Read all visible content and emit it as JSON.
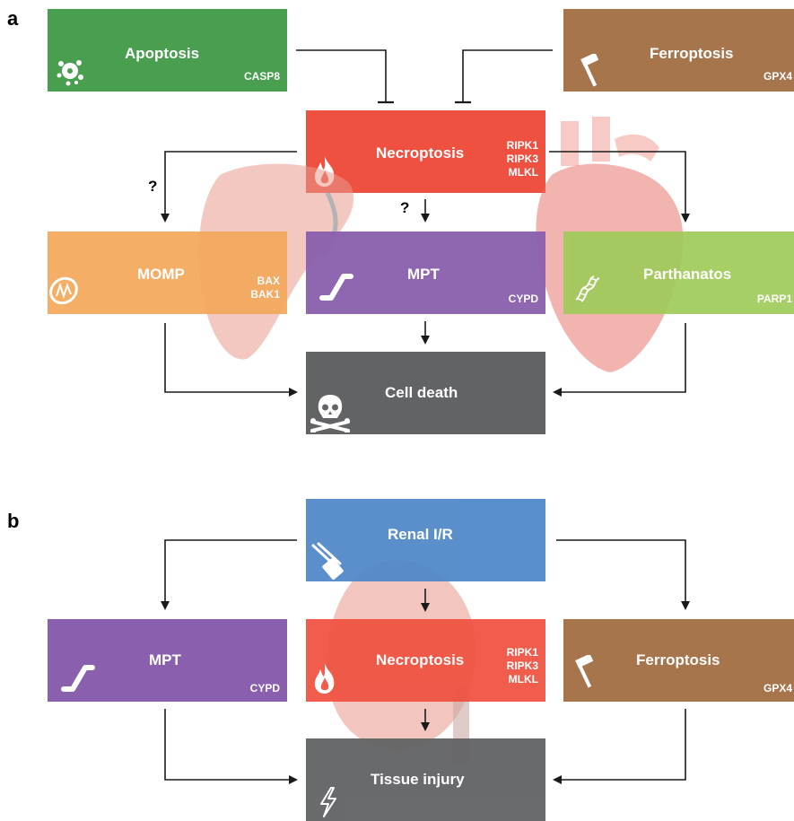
{
  "panel_a": {
    "label": "a",
    "apoptosis": {
      "title": "Apoptosis",
      "gene": "CASP8",
      "color": "#4a9e4f",
      "icon": "apoptotic-cell-icon"
    },
    "ferroptosis": {
      "title": "Ferroptosis",
      "gene": "GPX4",
      "color": "#a6754c",
      "icon": "hammer-icon"
    },
    "necroptosis": {
      "title": "Necroptosis",
      "genes": [
        "RIPK1",
        "RIPK3",
        "MLKL"
      ],
      "color": "#ef5140",
      "icon": "flame-icon"
    },
    "momp": {
      "title": "MOMP",
      "genes": [
        "BAX",
        "BAK1"
      ],
      "color": "#f4a85a",
      "icon": "mitochondrion-icon"
    },
    "mpt": {
      "title": "MPT",
      "gene": "CYPD",
      "color": "#8a5fad",
      "icon": "pore-icon"
    },
    "parthanatos": {
      "title": "Parthanatos",
      "gene": "PARP1",
      "color": "#9fcb5a",
      "icon": "dna-icon"
    },
    "cell_death": {
      "title": "Cell death",
      "color": "#626365",
      "icon": "skull-icon"
    },
    "question_marks": [
      "?",
      "?"
    ]
  },
  "panel_b": {
    "label": "b",
    "renal": {
      "title": "Renal I/R",
      "color": "#4e87c9",
      "icon": "clamp-icon"
    },
    "mpt": {
      "title": "MPT",
      "gene": "CYPD",
      "color": "#8a5fad",
      "icon": "pore-icon"
    },
    "necroptosis": {
      "title": "Necroptosis",
      "genes": [
        "RIPK1",
        "RIPK3",
        "MLKL"
      ],
      "color": "#ef5140",
      "icon": "flame-icon"
    },
    "ferroptosis": {
      "title": "Ferroptosis",
      "gene": "GPX4",
      "color": "#a6754c",
      "icon": "hammer-icon"
    },
    "tissue_injury": {
      "title": "Tissue injury",
      "color": "#626365",
      "icon": "lightning-icon"
    }
  }
}
